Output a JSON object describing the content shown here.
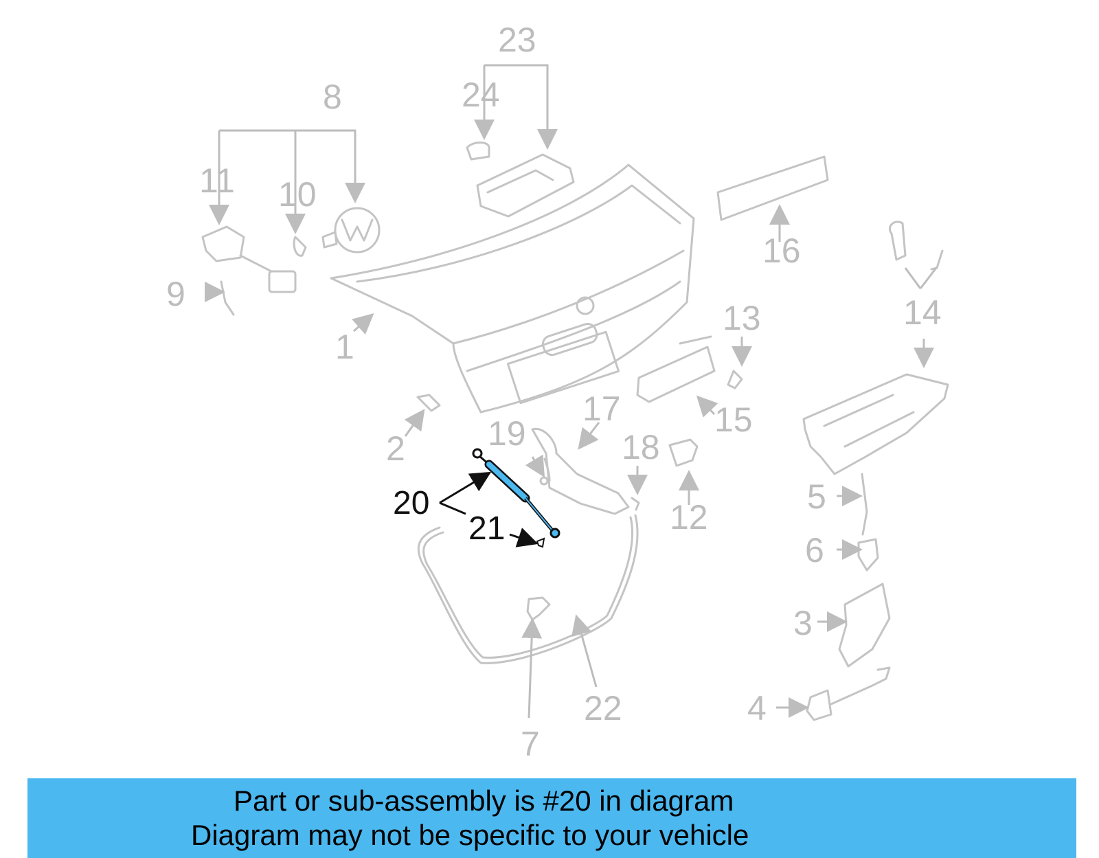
{
  "diagram": {
    "callouts": [
      "1",
      "2",
      "3",
      "4",
      "5",
      "6",
      "7",
      "8",
      "9",
      "10",
      "11",
      "12",
      "13",
      "14",
      "15",
      "16",
      "17",
      "18",
      "19",
      "20",
      "21",
      "22",
      "23",
      "24"
    ],
    "highlighted_callout": "20",
    "highlight_color": "#4cb8f0",
    "part_line_color": "#c4c4c4",
    "callout_color": "#bdbdbd"
  },
  "banner": {
    "line1": "Part or sub-assembly is #20 in diagram",
    "line2": "Diagram may not be specific to your vehicle",
    "background": "#4cb8f0"
  }
}
